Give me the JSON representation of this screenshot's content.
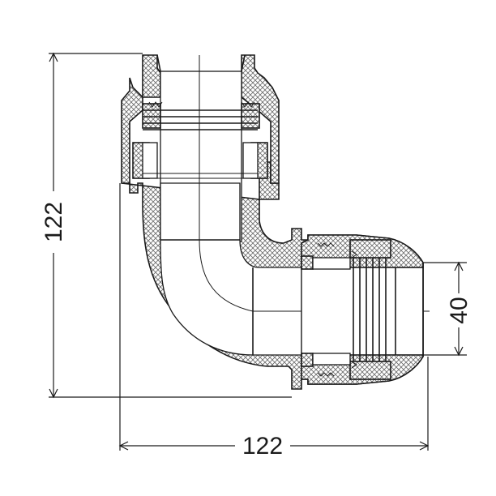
{
  "dimensions": {
    "height_value": "122",
    "width_value": "122",
    "diameter_value": "40"
  }
}
